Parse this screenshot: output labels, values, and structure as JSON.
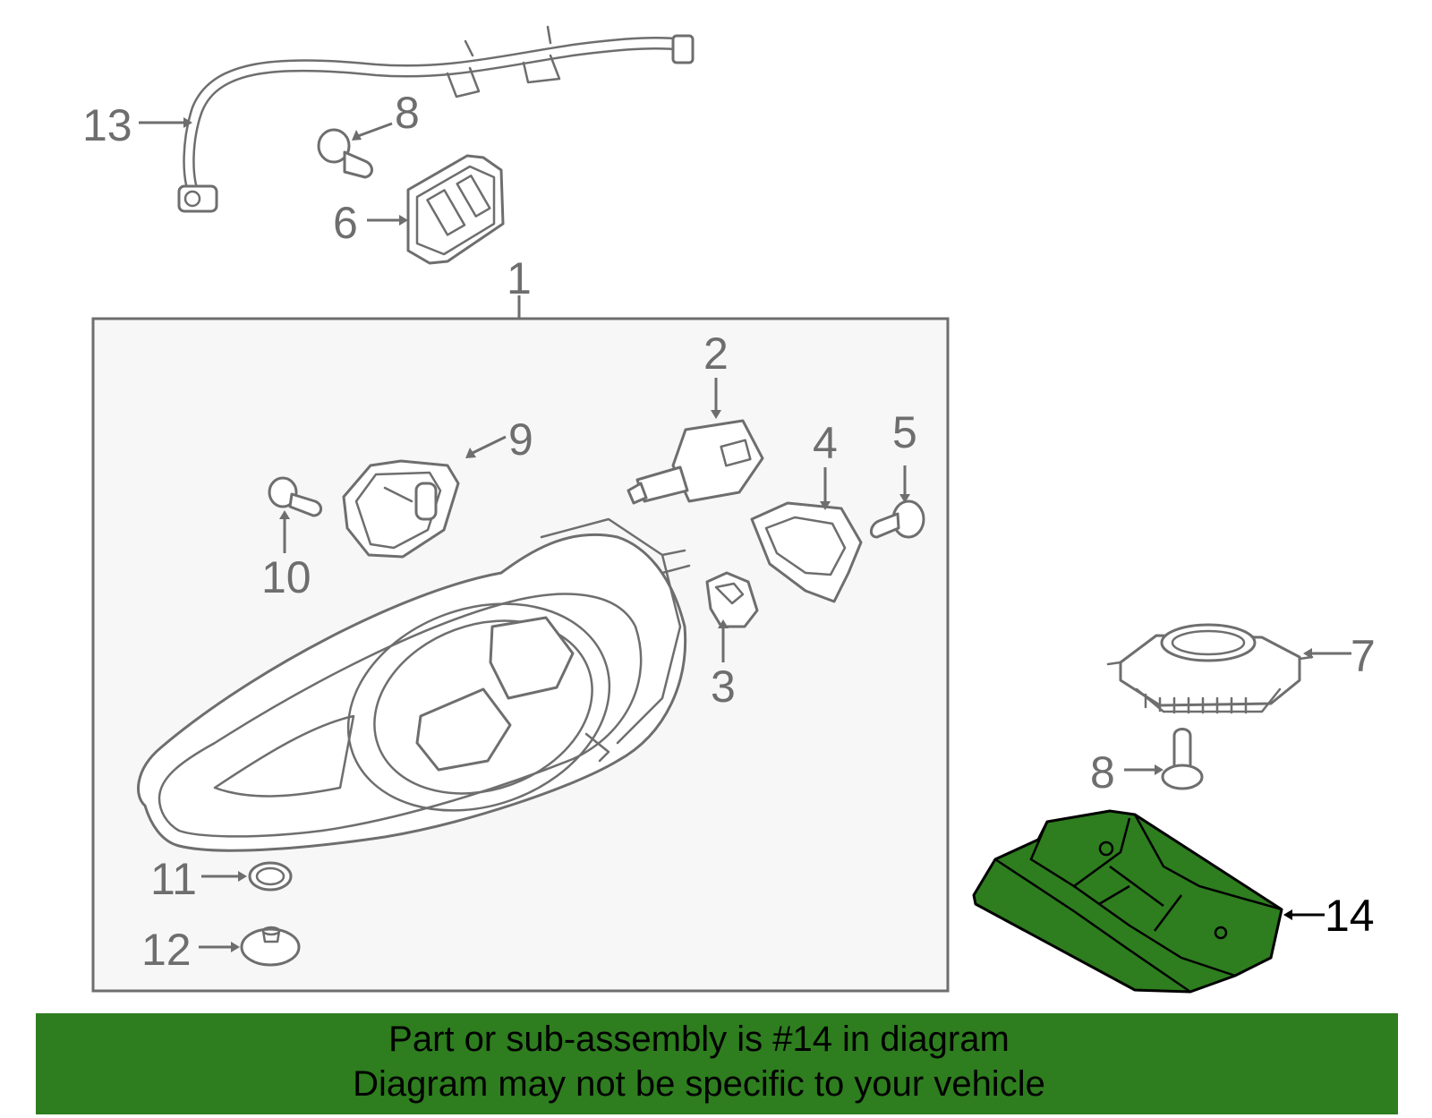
{
  "diagram": {
    "callouts": {
      "c1": "1",
      "c2": "2",
      "c3": "3",
      "c4": "4",
      "c5": "5",
      "c6": "6",
      "c7": "7",
      "c8a": "8",
      "c8b": "8",
      "c9": "9",
      "c10": "10",
      "c11": "11",
      "c12": "12",
      "c13": "13",
      "c14": "14"
    },
    "highlight_color": "#2e7d1f",
    "line_color": "#6e6e6e",
    "panel_color": "#f7f7f7"
  },
  "banner": {
    "line1": "Part or sub-assembly is #14 in diagram",
    "line2": "Diagram may not be specific to your vehicle",
    "color": "#2e7d1f"
  }
}
